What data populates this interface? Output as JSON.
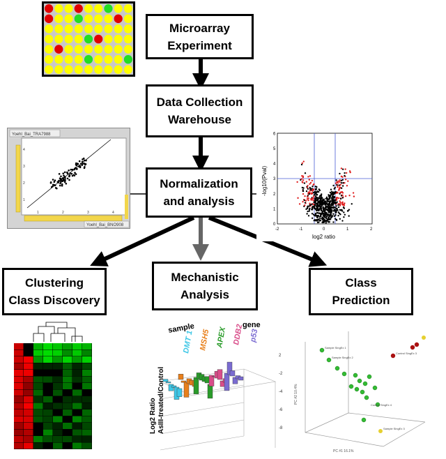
{
  "workflow": {
    "microarray": "Microarray\nExperiment",
    "data_collection": "Data Collection\nWarehouse",
    "normalization": "Normalization\nand analysis",
    "clustering": "Clustering\nClass Discovery",
    "mechanistic": "Mechanistic\nAnalysis",
    "class_prediction": "Class\nPrediction"
  },
  "microarray_grid": {
    "rows": 7,
    "cols": 9,
    "spot_color": "#ffff00",
    "background_color": "#c8c8c8",
    "spots": [
      {
        "r": 0,
        "c": 0,
        "color": "red"
      },
      {
        "r": 0,
        "c": 3,
        "color": "red"
      },
      {
        "r": 0,
        "c": 6,
        "color": "green"
      },
      {
        "r": 1,
        "c": 0,
        "color": "red"
      },
      {
        "r": 1,
        "c": 3,
        "color": "green"
      },
      {
        "r": 1,
        "c": 7,
        "color": "red"
      },
      {
        "r": 3,
        "c": 4,
        "color": "green"
      },
      {
        "r": 3,
        "c": 5,
        "color": "red"
      },
      {
        "r": 4,
        "c": 1,
        "color": "red"
      },
      {
        "r": 5,
        "c": 4,
        "color": "green"
      },
      {
        "r": 5,
        "c": 8,
        "color": "green"
      }
    ]
  },
  "scatter_panel": {
    "dropdown_top": "Yoehl_Bai_TRA7988",
    "dropdown_bottom": "Yoehl_Bai_BNO908",
    "yticks": [
      "4",
      "3",
      "2",
      "1"
    ],
    "xticks": [
      "1",
      "2",
      "3",
      "4"
    ]
  },
  "volcano_plot": {
    "ylabel": "-log10(Pval)",
    "xlabel": "log2 ratio",
    "yticks": [
      "0",
      "1",
      "2",
      "3",
      "4",
      "5",
      "6"
    ],
    "xticks": [
      "-2",
      "-1",
      "0",
      "1",
      "2"
    ]
  },
  "mechanistic_chart": {
    "sample_label": "sample",
    "gene_label": "gene",
    "genes": [
      "DMT 1",
      "MSH5",
      "APEX",
      "DDB2",
      "p53"
    ],
    "gene_colors": [
      "#3ec7e6",
      "#e8801c",
      "#2a9b2a",
      "#d94d8a",
      "#7a6bd1"
    ],
    "ylabel": "Log2 Ratio\nAsIII-treated/Control",
    "yticks": [
      "2",
      "-2",
      "-4",
      "-6",
      "-8"
    ]
  },
  "pca_plot": {
    "point_labels": [
      "Sample SingEx 1",
      "Sample SingEx 2",
      "Control SingEx 3",
      "Control SingEx 4",
      "Sample SingEx 3"
    ],
    "axis_labels": [
      "PC #1 16.1%",
      "PC #2 10.4%"
    ]
  },
  "colors": {
    "heatmap_red": "#ff0000",
    "heatmap_green": "#00cc00",
    "arrow_dark": "#000000",
    "arrow_gray": "#666666"
  }
}
